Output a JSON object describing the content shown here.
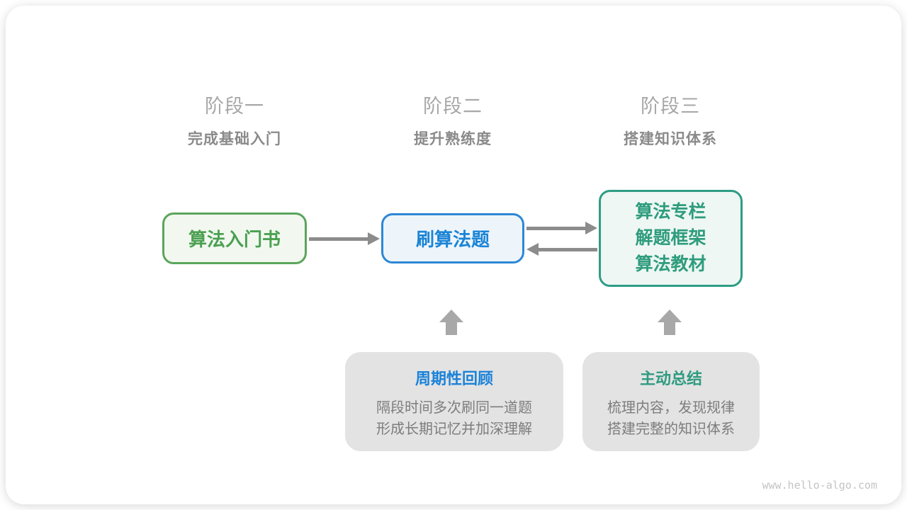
{
  "stages": [
    {
      "label": "阶段一",
      "subtitle": "完成基础入门"
    },
    {
      "label": "阶段二",
      "subtitle": "提升熟练度"
    },
    {
      "label": "阶段三",
      "subtitle": "搭建知识体系"
    }
  ],
  "nodes": {
    "intro_book": {
      "label": "算法入门书"
    },
    "practice": {
      "label": "刷算法题"
    },
    "resources": {
      "lines": [
        "算法专栏",
        "解题框架",
        "算法教材"
      ]
    }
  },
  "callouts": [
    {
      "title": "周期性回顾",
      "desc_lines": [
        "隔段时间多次刷同一道题",
        "形成长期记忆并加深理解"
      ]
    },
    {
      "title": "主动总结",
      "desc_lines": [
        "梳理内容，发现规律",
        "搭建完整的知识体系"
      ]
    }
  ],
  "icons": {
    "right_arrow": "→",
    "left_arrow": "←",
    "up_arrow": "⬆"
  },
  "colors": {
    "node_green_border": "#5ba55c",
    "node_green_text": "#4ba051",
    "node_green_bg": "#f2f8f0",
    "node_blue_border": "#2e87d5",
    "node_blue_text": "#1b84d5",
    "node_blue_bg": "#edf5fb",
    "node_teal_border": "#2f9c85",
    "node_teal_text": "#2e9c7d",
    "node_teal_bg": "#eef7f3",
    "arrow_gray": "#8c8c8c",
    "block_arrow_gray": "#a8a8a8",
    "callout_bg": "#e3e3e3",
    "callout_title_blue": "#1a82d9",
    "callout_title_teal": "#2e9b80",
    "stage_label_gray": "#a7a7a7",
    "stage_subtitle_gray": "#8a8a8a",
    "desc_gray": "#7d7d7d",
    "watermark_gray": "#c4c4c4"
  },
  "watermark": "www.hello-algo.com"
}
